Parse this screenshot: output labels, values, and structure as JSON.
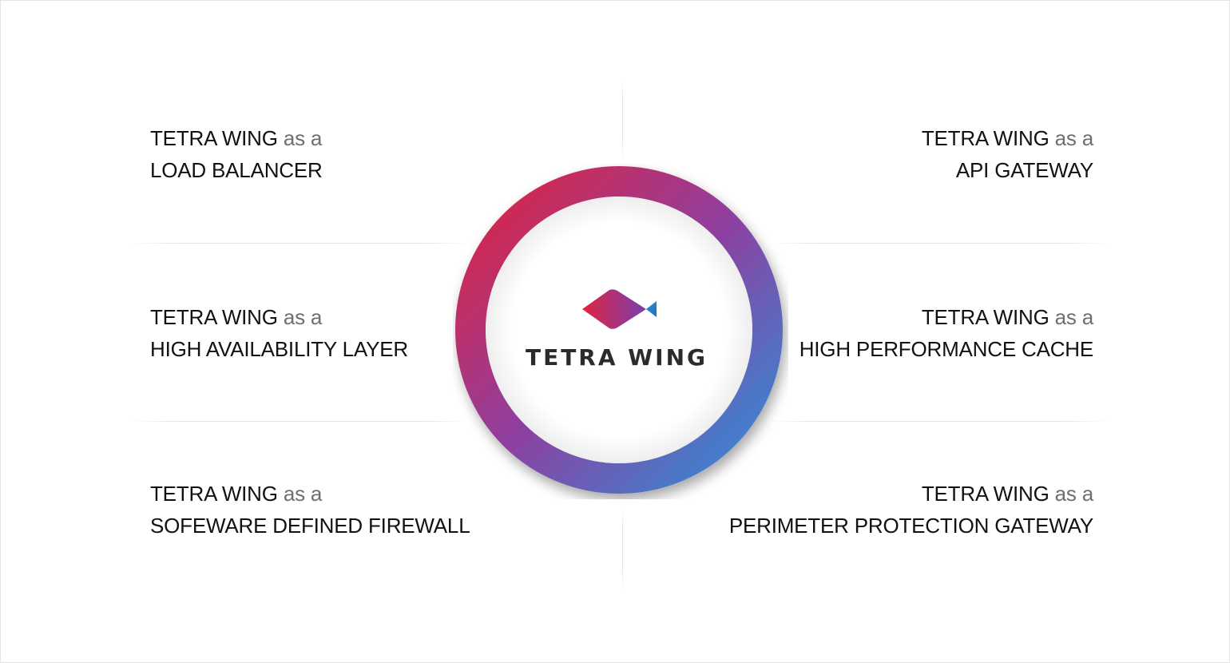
{
  "features": [
    {
      "id": "load-balancer",
      "brand": "TETRA WING",
      "connector": "as a",
      "role": "LOAD BALANCER",
      "side": "left"
    },
    {
      "id": "high-availability-layer",
      "brand": "TETRA WING",
      "connector": "as a",
      "role": "HIGH AVAILABILITY LAYER",
      "side": "left"
    },
    {
      "id": "software-defined-firewall",
      "brand": "TETRA WING",
      "connector": "as a",
      "role": "SOFEWARE DEFINED FIREWALL",
      "side": "left"
    },
    {
      "id": "api-gateway",
      "brand": "TETRA WING",
      "connector": "as a",
      "role": "API GATEWAY",
      "side": "right"
    },
    {
      "id": "high-performance-cache",
      "brand": "TETRA WING",
      "connector": "as a",
      "role": "HIGH PERFORMANCE CACHE",
      "side": "right"
    },
    {
      "id": "perimeter-protection-gateway",
      "brand": "TETRA WING",
      "connector": "as a",
      "role": "PERIMETER PROTECTION GATEWAY",
      "side": "right"
    }
  ],
  "logo": {
    "wordmark": "TETRA WING",
    "icon": "fish-diamond-logo-icon"
  },
  "colors": {
    "ring_gradient_start": "#e0243f",
    "ring_gradient_mid": "#8e3fa0",
    "ring_gradient_end": "#2f8fd8",
    "text_primary": "#111111",
    "text_muted": "#6f6f6f",
    "divider": "#e2e2e2"
  }
}
